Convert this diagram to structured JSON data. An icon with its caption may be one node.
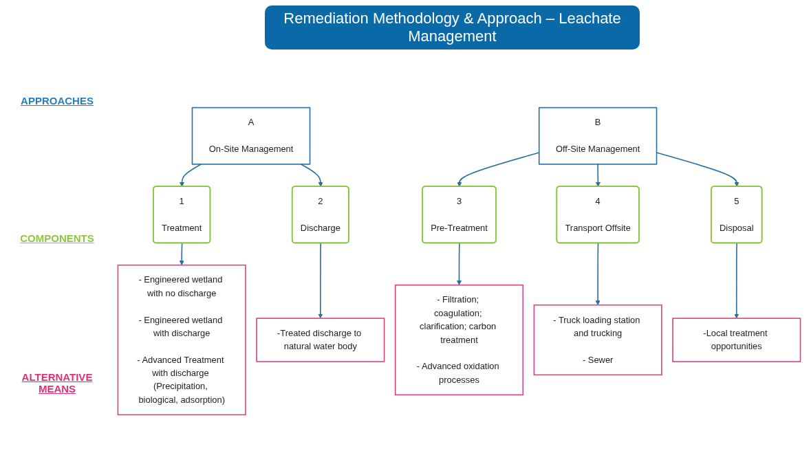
{
  "diagram": {
    "title": "Remediation Methodology & Approach – Leachate Management",
    "nodes": [
      {
        "text": [
          "A",
          "On-Site Management"
        ]
      },
      {
        "text": [
          "B",
          "Off-Site Management"
        ]
      },
      {
        "text": [
          "1",
          "Treatment"
        ]
      },
      {
        "text": [
          "2",
          "Discharge"
        ]
      },
      {
        "text": [
          "3",
          "Pre-Treatment"
        ]
      },
      {
        "text": [
          "4",
          "Transport Offsite"
        ]
      },
      {
        "text": [
          "5",
          "Disposal"
        ]
      },
      {
        "text": [
          "- Engineered wetland with no discharge",
          "- Engineered wetland with discharge",
          "- Advanced Treatment with discharge (Precipitation, biological, adsorption)"
        ]
      },
      {
        "text": [
          "-Treated discharge to natural water body"
        ]
      },
      {
        "text": [
          "- Filtration; coagulation; clarification; carbon treatment",
          "- Advanced oxidation processes"
        ]
      },
      {
        "text": [
          "- Truck loading station and trucking",
          "- Sewer"
        ]
      },
      {
        "text": [
          "-Local treatment opportunities"
        ]
      }
    ],
    "edges": [
      {
        "from": 0,
        "to": 2,
        "arrow": "to"
      },
      {
        "from": 0,
        "to": 3,
        "arrow": "to"
      },
      {
        "from": 1,
        "to": 4,
        "arrow": "to"
      },
      {
        "from": 1,
        "to": 5,
        "arrow": "to"
      },
      {
        "from": 1,
        "to": 6,
        "arrow": "to"
      },
      {
        "from": 2,
        "to": 7,
        "arrow": "to"
      },
      {
        "from": 3,
        "to": 8,
        "arrow": "to"
      },
      {
        "from": 4,
        "to": 9,
        "arrow": "to"
      },
      {
        "from": 5,
        "to": 10,
        "arrow": "to"
      },
      {
        "from": 6,
        "to": 11,
        "arrow": "to"
      }
    ],
    "labels": [
      "APPROACHES",
      "COMPONENTS",
      "ALTERNATIVE MEANS"
    ]
  }
}
